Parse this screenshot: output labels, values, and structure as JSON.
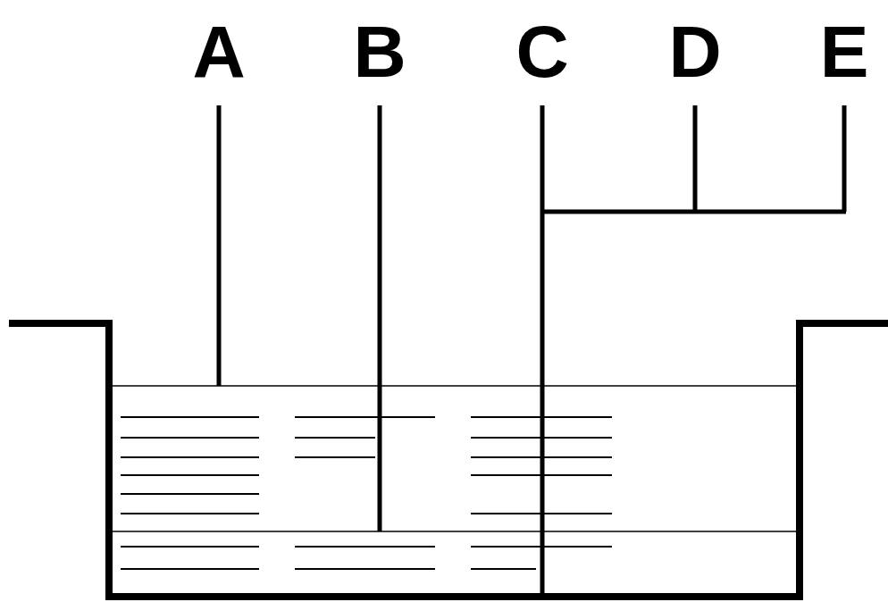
{
  "diagram": {
    "labels": [
      "A",
      "B",
      "C",
      "D",
      "E"
    ]
  }
}
